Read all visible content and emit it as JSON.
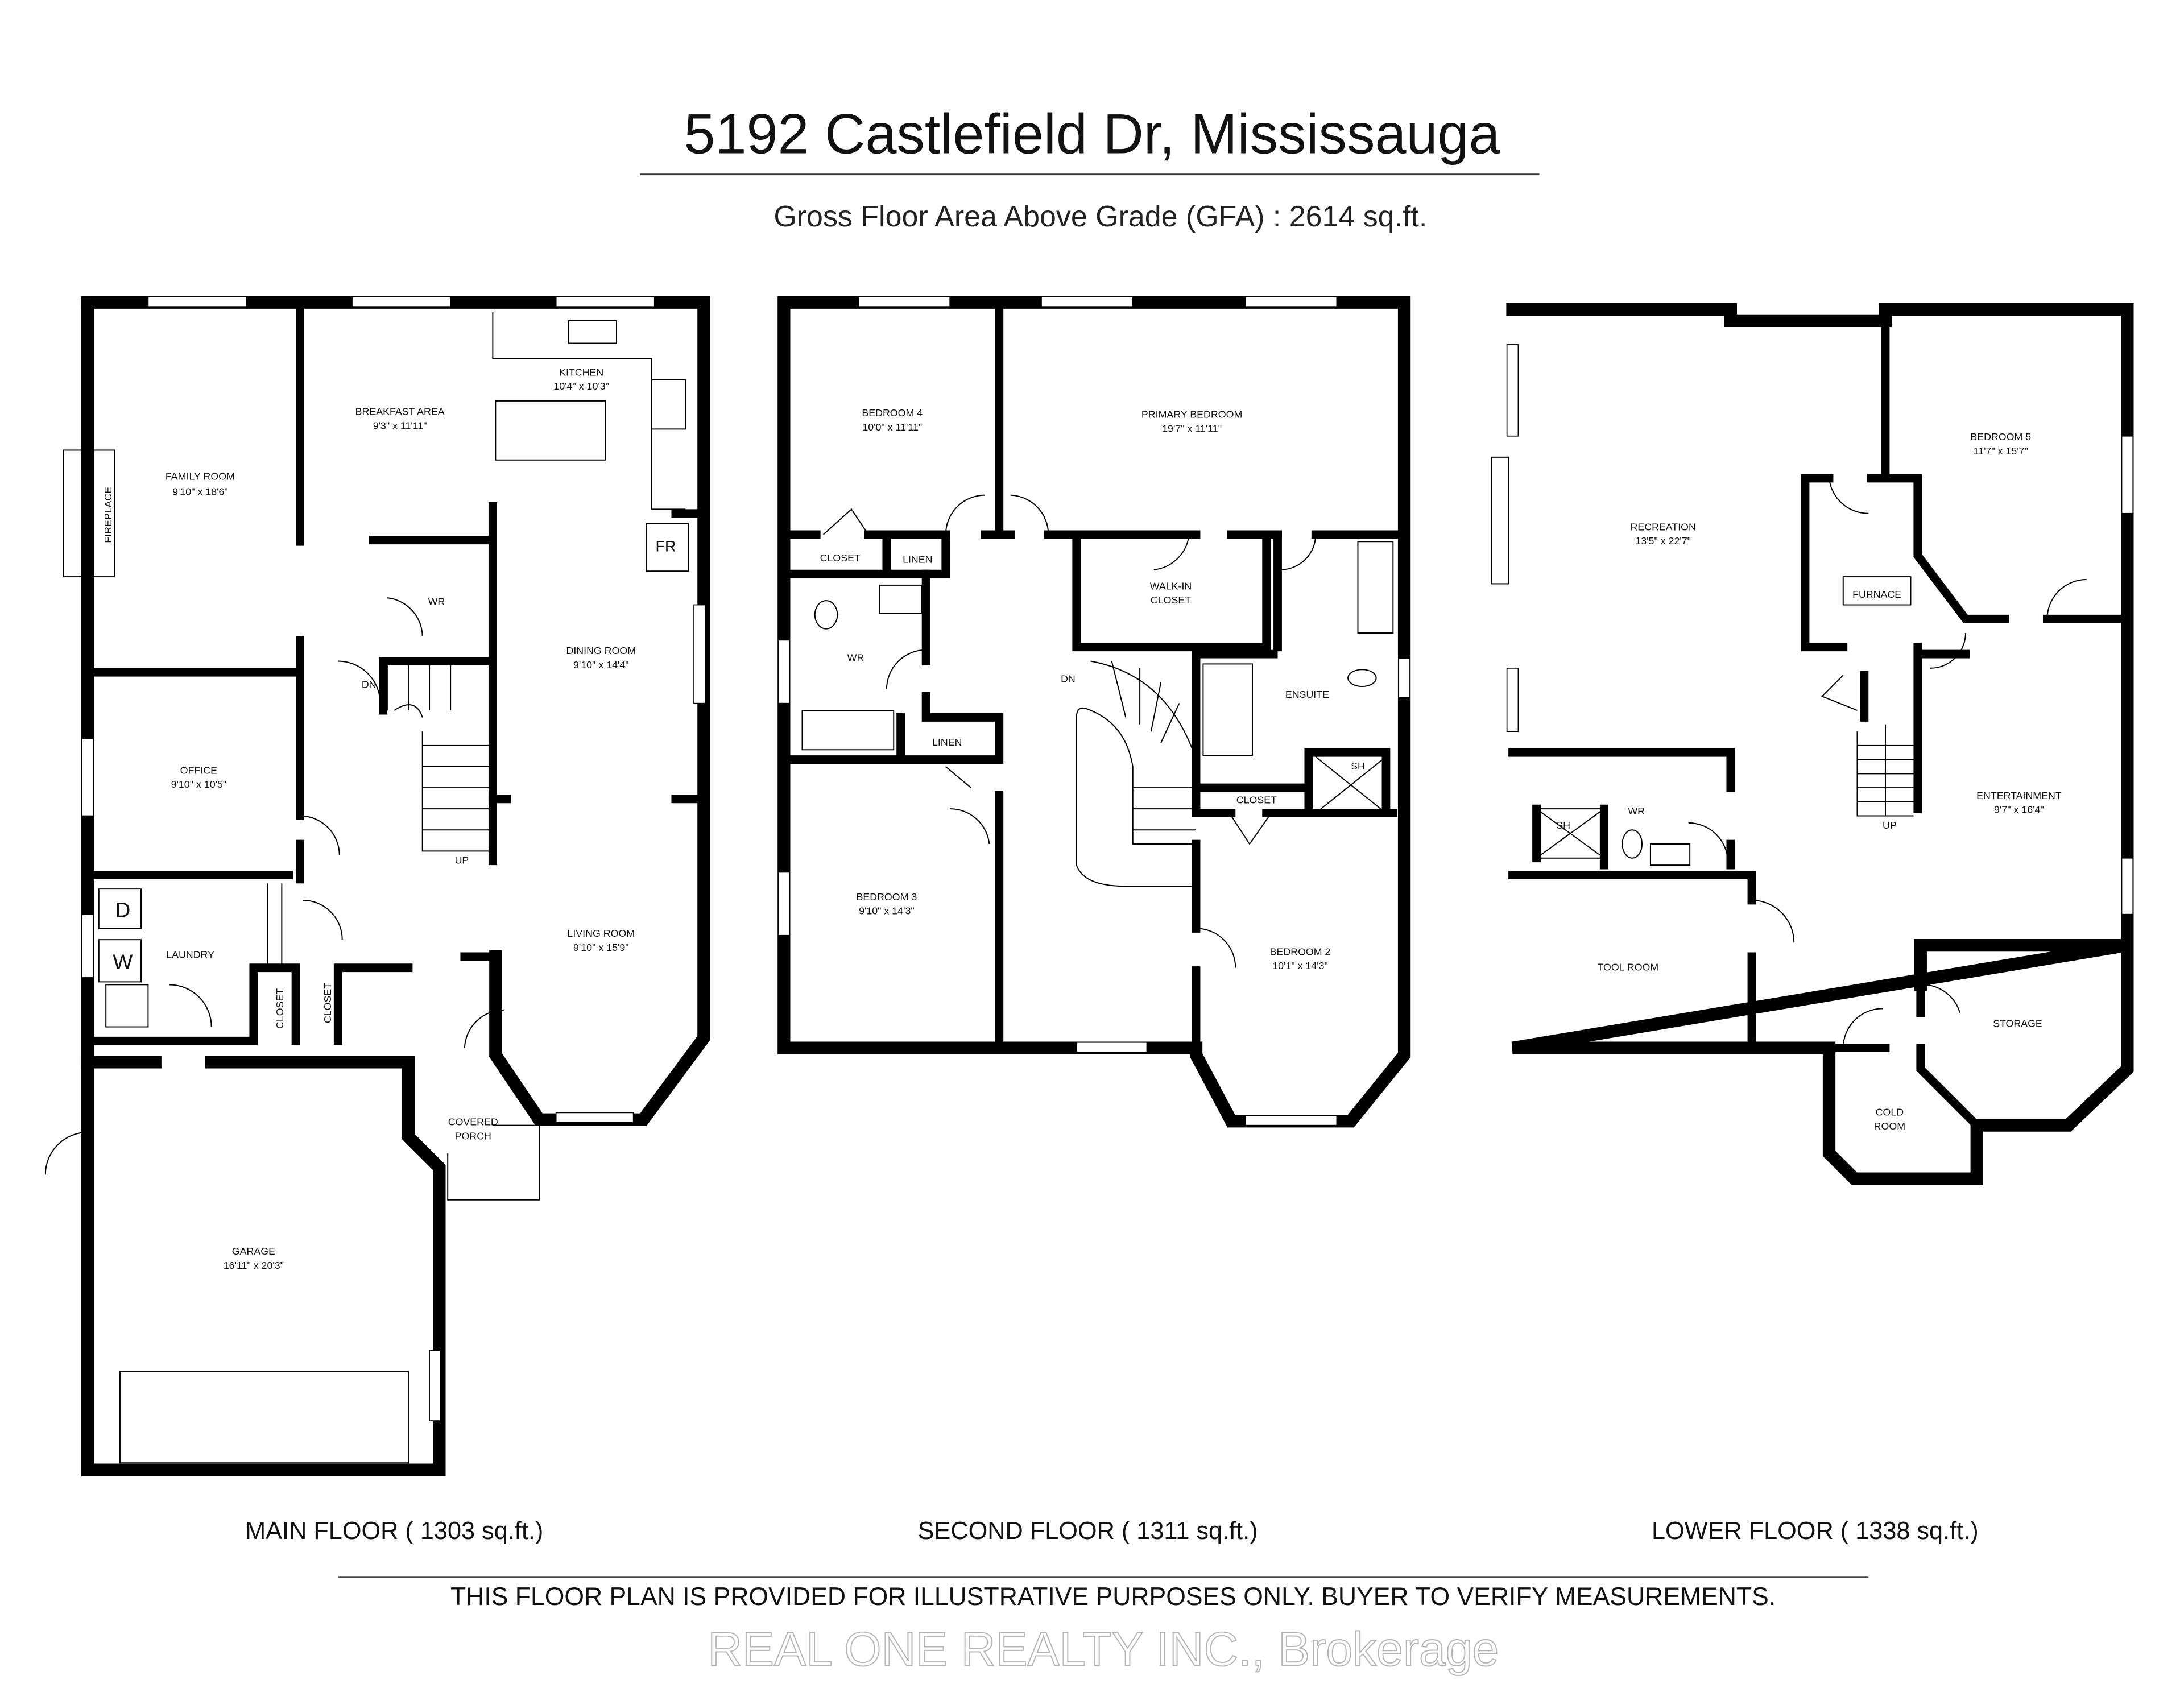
{
  "header": {
    "title": "5192 Castlefield Dr, Mississauga",
    "gfa": "Gross Floor Area Above Grade  (GFA) : 2614 sq.ft."
  },
  "floors": {
    "main": {
      "label": "MAIN FLOOR ( 1303 sq.ft.)",
      "family_room": {
        "name": "FAMILY ROOM",
        "dims": "9'10\" x 18'6\""
      },
      "fireplace": "FIREPLACE",
      "breakfast": {
        "name": "BREAKFAST AREA",
        "dims": "9'3\" x 11'11\""
      },
      "kitchen": {
        "name": "KITCHEN",
        "dims": "10'4\" x 10'3\""
      },
      "fr": "FR",
      "wr": "WR",
      "dn": "DN",
      "up": "UP",
      "dining": {
        "name": "DINING ROOM",
        "dims": "9'10\" x 14'4\""
      },
      "office": {
        "name": "OFFICE",
        "dims": "9'10\" x 10'5\""
      },
      "laundry": "LAUNDRY",
      "dryer": "D",
      "washer": "W",
      "closet1": "CLOSET",
      "closet2": "CLOSET",
      "living": {
        "name": "LIVING ROOM",
        "dims": "9'10\" x 15'9\""
      },
      "porch": {
        "line1": "COVERED",
        "line2": "PORCH"
      },
      "garage": {
        "name": "GARAGE",
        "dims": "16'11\" x 20'3\""
      }
    },
    "second": {
      "label": "SECOND FLOOR ( 1311 sq.ft.)",
      "bedroom4": {
        "name": "BEDROOM 4",
        "dims": "10'0\" x 11'11\""
      },
      "primary": {
        "name": "PRIMARY BEDROOM",
        "dims": "19'7\" x 11'11\""
      },
      "closet1": "CLOSET",
      "linen1": "LINEN",
      "walkin": {
        "line1": "WALK-IN",
        "line2": "CLOSET"
      },
      "wr": "WR",
      "dn": "DN",
      "ensuite": "ENSUITE",
      "linen2": "LINEN",
      "sh": "SH",
      "closet2": "CLOSET",
      "bedroom3": {
        "name": "BEDROOM 3",
        "dims": "9'10\" x 14'3\""
      },
      "bedroom2": {
        "name": "BEDROOM 2",
        "dims": "10'1\" x 14'3\""
      }
    },
    "lower": {
      "label": "LOWER FLOOR ( 1338 sq.ft.)",
      "recreation": {
        "name": "RECREATION",
        "dims": "13'5\" x 22'7\""
      },
      "bedroom5": {
        "name": "BEDROOM 5",
        "dims": "11'7\" x 15'7\""
      },
      "furnace": "FURNACE",
      "sh": "SH",
      "wr": "WR",
      "up": "UP",
      "entertainment": {
        "name": "ENTERTAINMENT",
        "dims": "9'7\" x 16'4\""
      },
      "tool_room": "TOOL ROOM",
      "storage": "STORAGE",
      "cold_room": {
        "line1": "COLD",
        "line2": "ROOM"
      }
    }
  },
  "footer": {
    "disclaimer": "THIS FLOOR PLAN IS PROVIDED FOR ILLUSTRATIVE PURPOSES ONLY. BUYER TO VERIFY MEASUREMENTS.",
    "watermark": "REAL ONE REALTY INC., Brokerage"
  }
}
